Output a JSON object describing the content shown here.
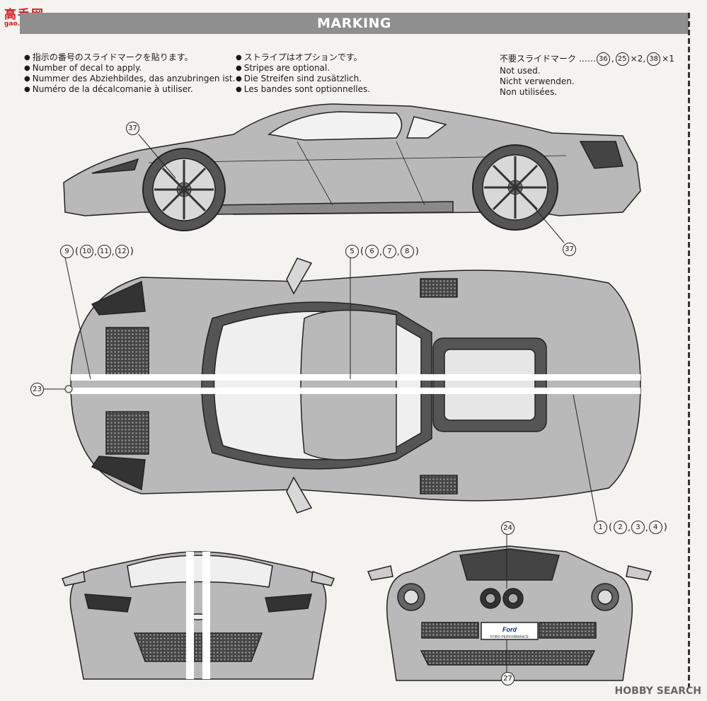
{
  "logo": {
    "main": "高手网",
    "sub": "gao.shou.com"
  },
  "header": {
    "title": "MARKING"
  },
  "instructions": {
    "number_of_decal": [
      "指示の番号のスライドマークを貼ります。",
      "Number of decal to apply.",
      "Nummer des Abziehbildes, das anzubringen ist.",
      "Numéro de la décalcomanie à utiliser."
    ],
    "stripes": [
      "ストライプはオプションです。",
      "Stripes are optional.",
      "Die Streifen sind zusätzlich.",
      "Les bandes sont optionnelles."
    ],
    "not_used": {
      "label": "不要スライドマーク ……",
      "decal_a": "36",
      "decal_b": "25",
      "multiplier_b": "×2,",
      "decal_c": "38",
      "multiplier_c": "×1",
      "lines": [
        "Not used.",
        "Nicht verwenden.",
        "Non utilisées."
      ]
    }
  },
  "callouts": {
    "side_front_wheel": "37",
    "side_rear_wheel": "37",
    "top_left_group": {
      "main": "9",
      "alts": [
        "10",
        "11",
        "12"
      ]
    },
    "top_center_group": {
      "main": "5",
      "alts": [
        "6",
        "7",
        "8"
      ]
    },
    "top_right_group": {
      "main": "1",
      "alts": [
        "2",
        "3",
        "4"
      ]
    },
    "top_nose": "23",
    "rear_top": "24",
    "rear_bottom": "27"
  },
  "rear_badge": {
    "brand": "Ford",
    "sub": "FORD PERFORMANCE"
  },
  "watermark": "HOBBY SEARCH",
  "colors": {
    "header_bg": "#8f8f8f",
    "body_fill": "#b9b9b9",
    "stripe": "#ffffff",
    "logo_red": "#d21f1f"
  }
}
